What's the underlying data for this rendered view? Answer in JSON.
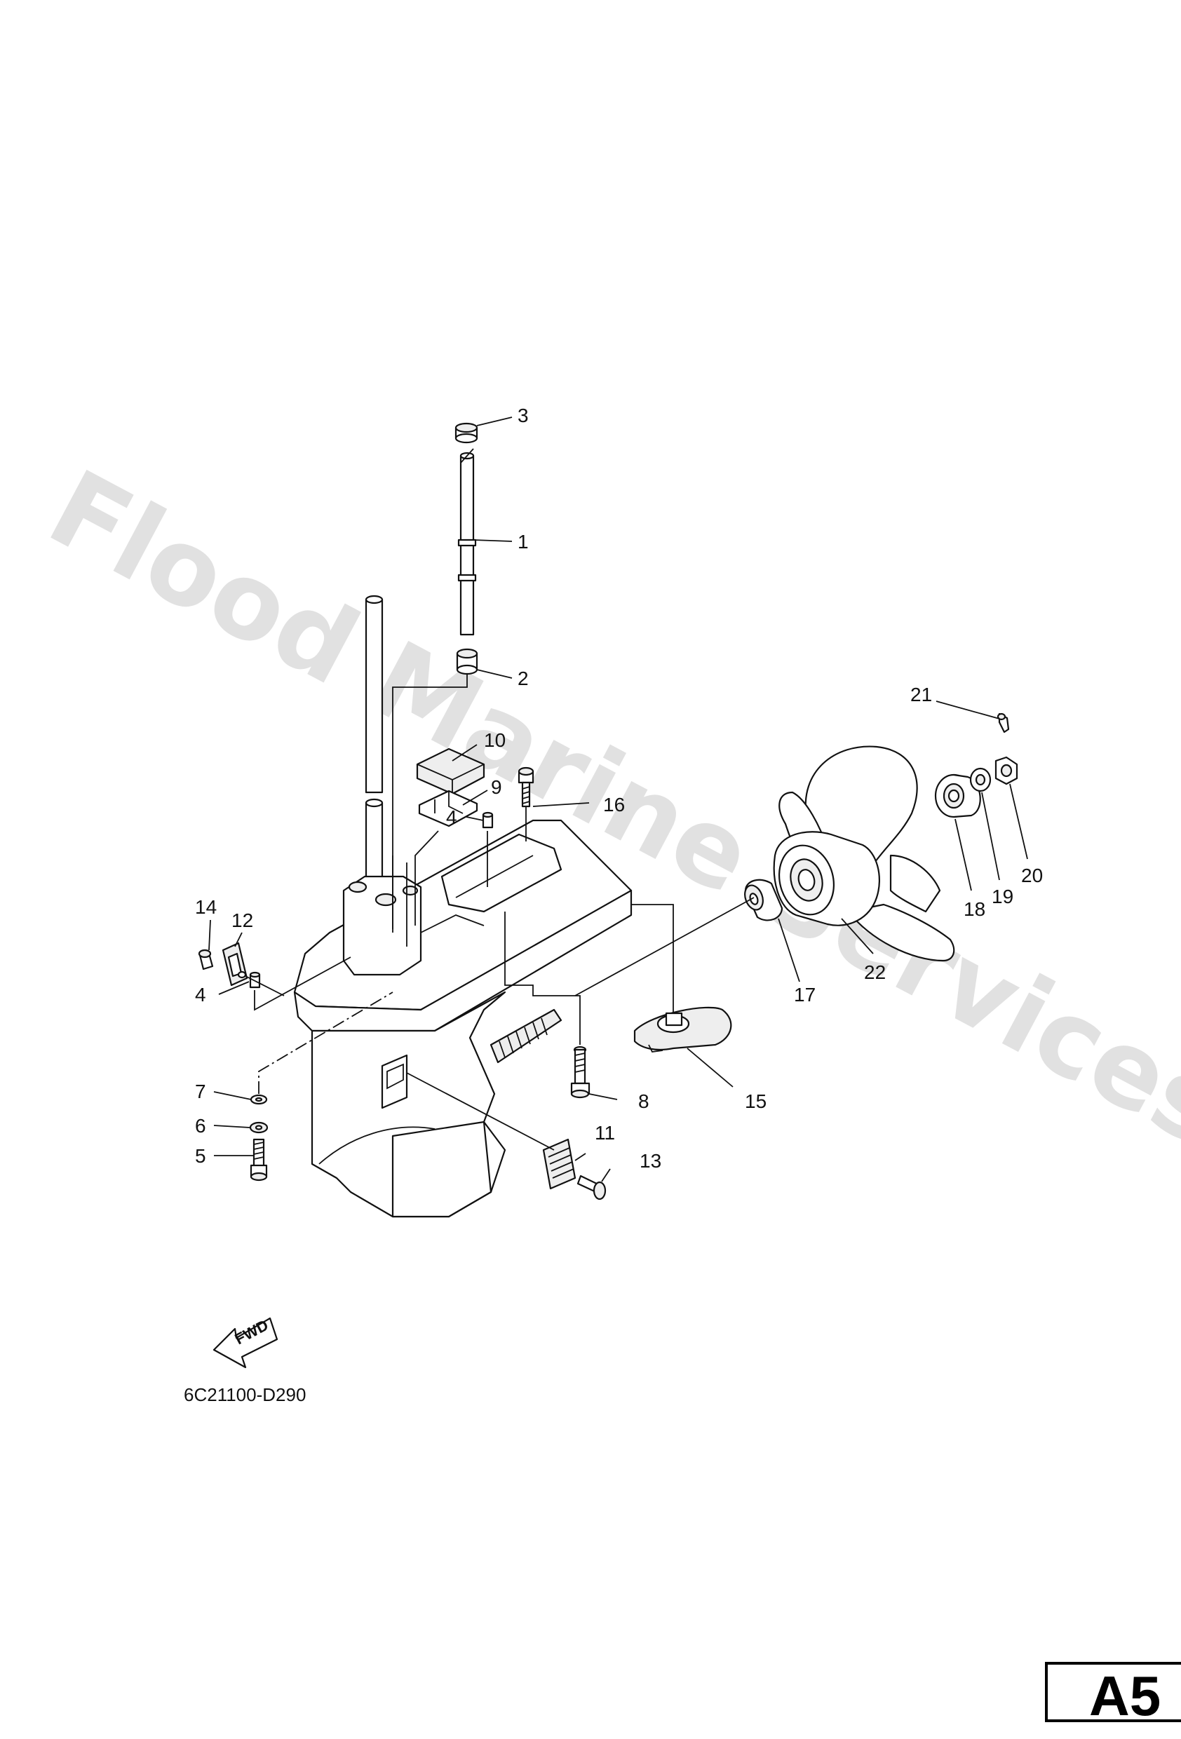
{
  "watermark": "Flood Marine Services",
  "document_code": "6C21100-D290",
  "page_tag": "A5",
  "direction_label": "FWD",
  "callouts": [
    {
      "id": "c1",
      "text": "1"
    },
    {
      "id": "c2",
      "text": "2"
    },
    {
      "id": "c3",
      "text": "3"
    },
    {
      "id": "c4a",
      "text": "4"
    },
    {
      "id": "c4b",
      "text": "4"
    },
    {
      "id": "c5",
      "text": "5"
    },
    {
      "id": "c6",
      "text": "6"
    },
    {
      "id": "c7",
      "text": "7"
    },
    {
      "id": "c8",
      "text": "8"
    },
    {
      "id": "c9",
      "text": "9"
    },
    {
      "id": "c10",
      "text": "10"
    },
    {
      "id": "c11",
      "text": "11"
    },
    {
      "id": "c12",
      "text": "12"
    },
    {
      "id": "c13",
      "text": "13"
    },
    {
      "id": "c14",
      "text": "14"
    },
    {
      "id": "c15",
      "text": "15"
    },
    {
      "id": "c16",
      "text": "16"
    },
    {
      "id": "c17",
      "text": "17"
    },
    {
      "id": "c18",
      "text": "18"
    },
    {
      "id": "c19",
      "text": "19"
    },
    {
      "id": "c20",
      "text": "20"
    },
    {
      "id": "c21",
      "text": "21"
    },
    {
      "id": "c22",
      "text": "22"
    }
  ]
}
